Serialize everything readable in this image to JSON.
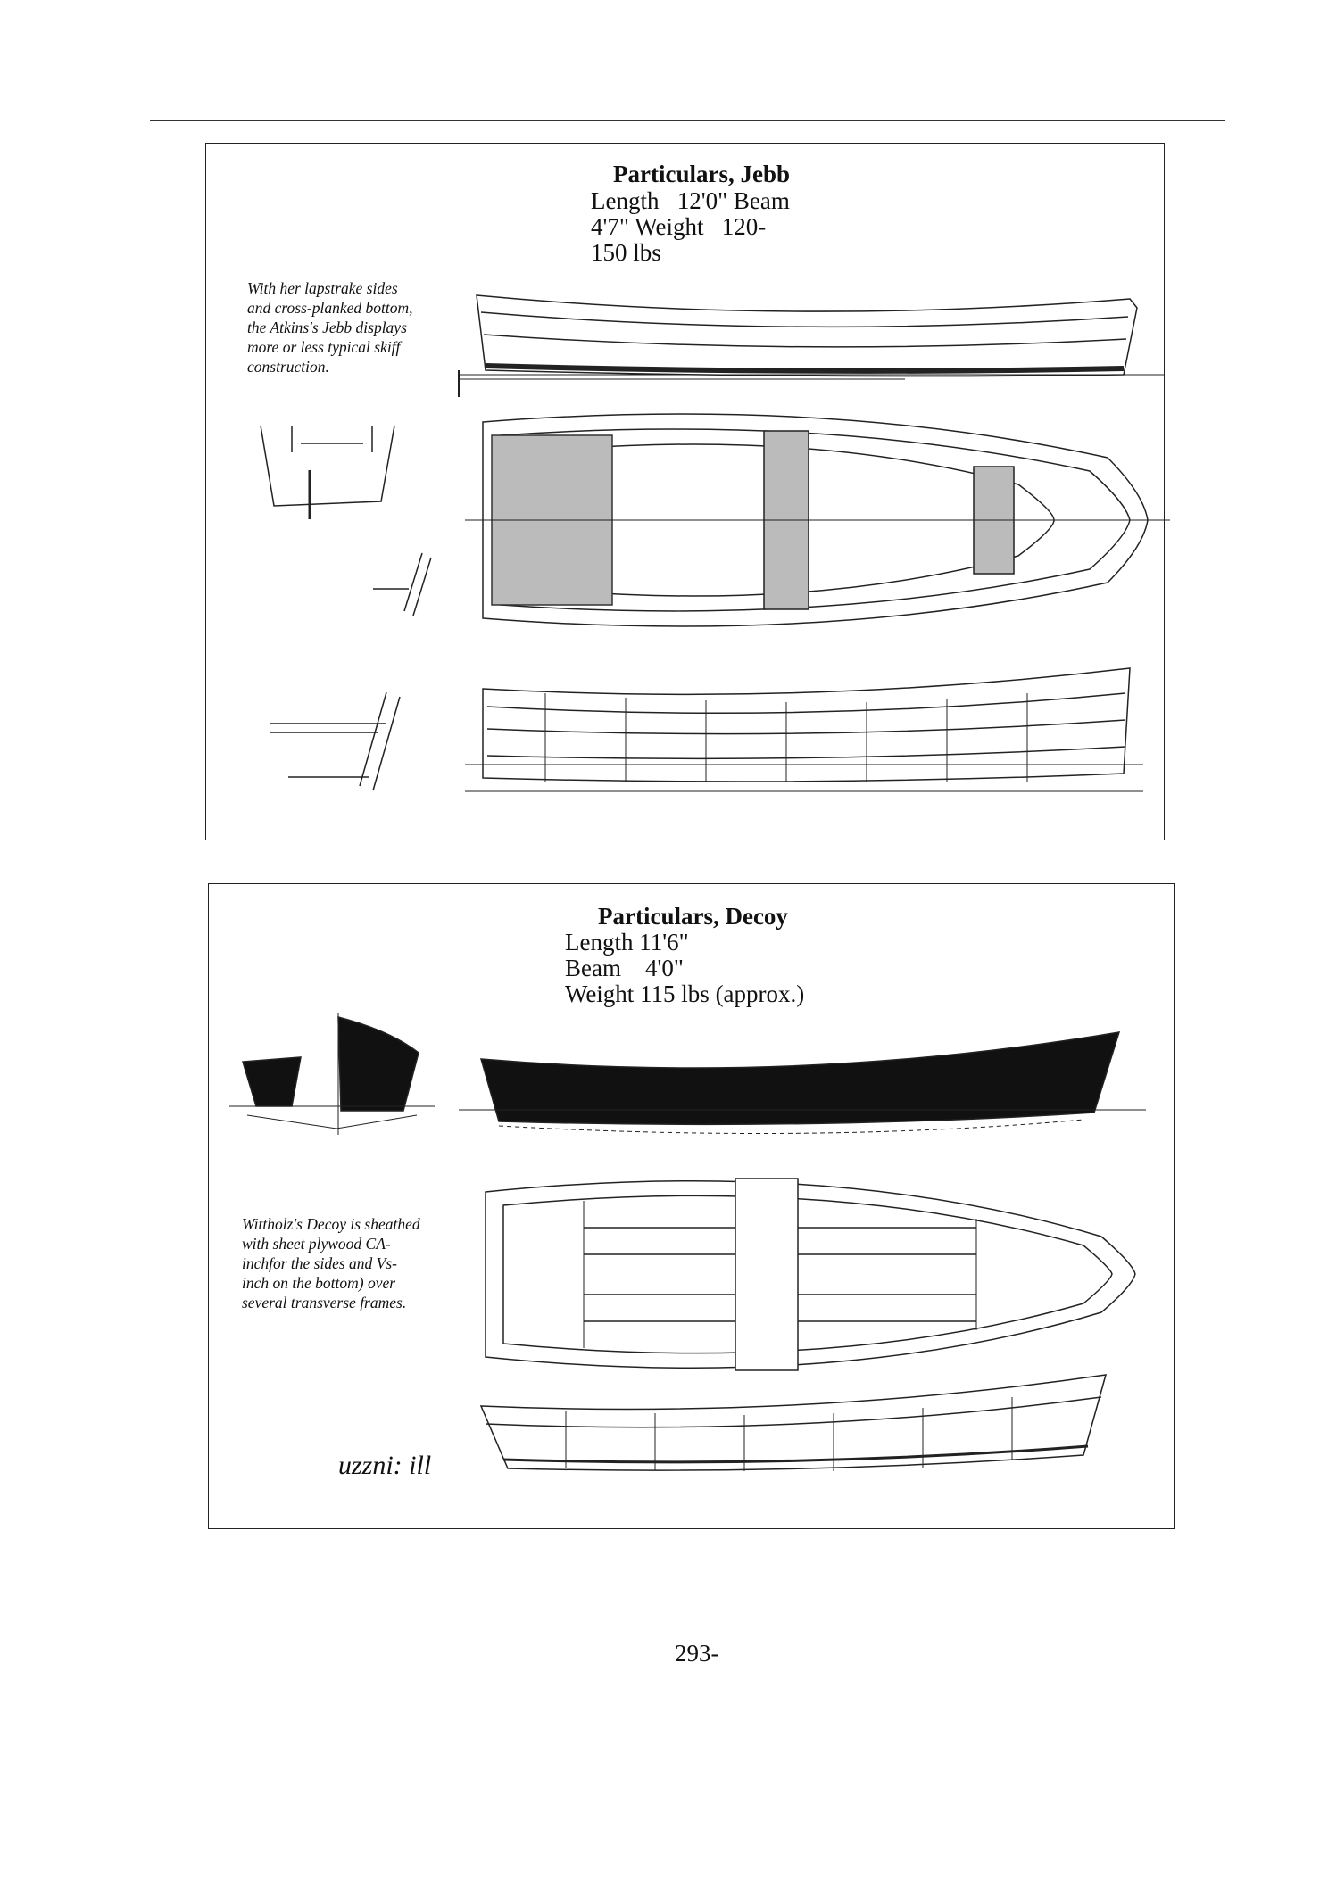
{
  "figures": [
    {
      "title": "Particulars, Jebb",
      "specs": [
        "Length   12'0\" Beam",
        "4'7\" Weight   120-",
        "150 lbs"
      ],
      "caption": [
        "With her lapstrake sides",
        "and cross-planked bottom,",
        "the Atkins's Jebb displays",
        "more or less typical skiff",
        "construction."
      ]
    },
    {
      "title": "Particulars, Decoy",
      "specs": [
        "Length 11'6\"",
        "Beam    4'0\"",
        "Weight 115 lbs (approx.)"
      ],
      "caption": [
        "Wittholz's Decoy is sheathed",
        "with sheet plywood CA-",
        "inchfor the sides and Vs-",
        "inch on the bottom) over",
        "several transverse frames."
      ],
      "signature": "uzzni: ill"
    }
  ],
  "page_number": "293-"
}
